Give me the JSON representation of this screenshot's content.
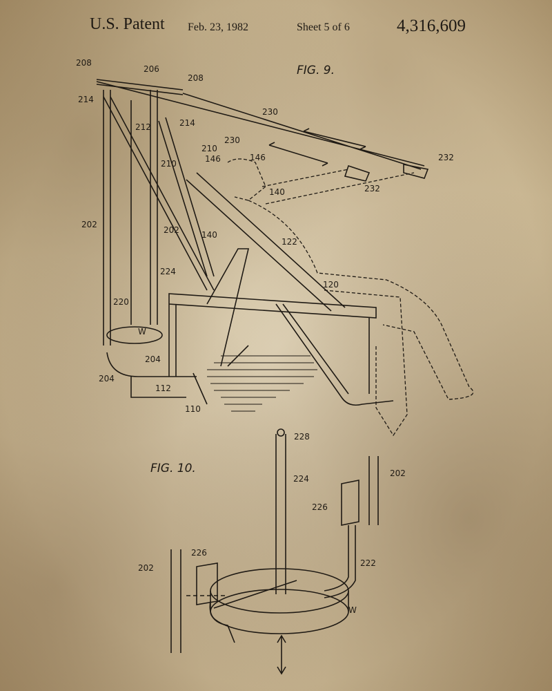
{
  "header": {
    "title": "U.S. Patent",
    "date": "Feb. 23, 1982",
    "sheet": "Sheet 5 of 6",
    "number": "4,316,609"
  },
  "figures": [
    {
      "title": "FIG. 9.",
      "labels": [
        "208",
        "206",
        "208",
        "214",
        "212",
        "214",
        "230",
        "230",
        "232",
        "232",
        "146",
        "146",
        "210",
        "210",
        "140",
        "140",
        "202",
        "202",
        "122",
        "224",
        "120",
        "220",
        "W",
        "204",
        "204",
        "112",
        "110"
      ]
    },
    {
      "title": "FIG. 10.",
      "labels": [
        "228",
        "224",
        "202",
        "226",
        "226",
        "202",
        "222",
        "W"
      ]
    }
  ],
  "colors": {
    "ink": "#1f1a14",
    "paper": "#d8c9a8"
  }
}
